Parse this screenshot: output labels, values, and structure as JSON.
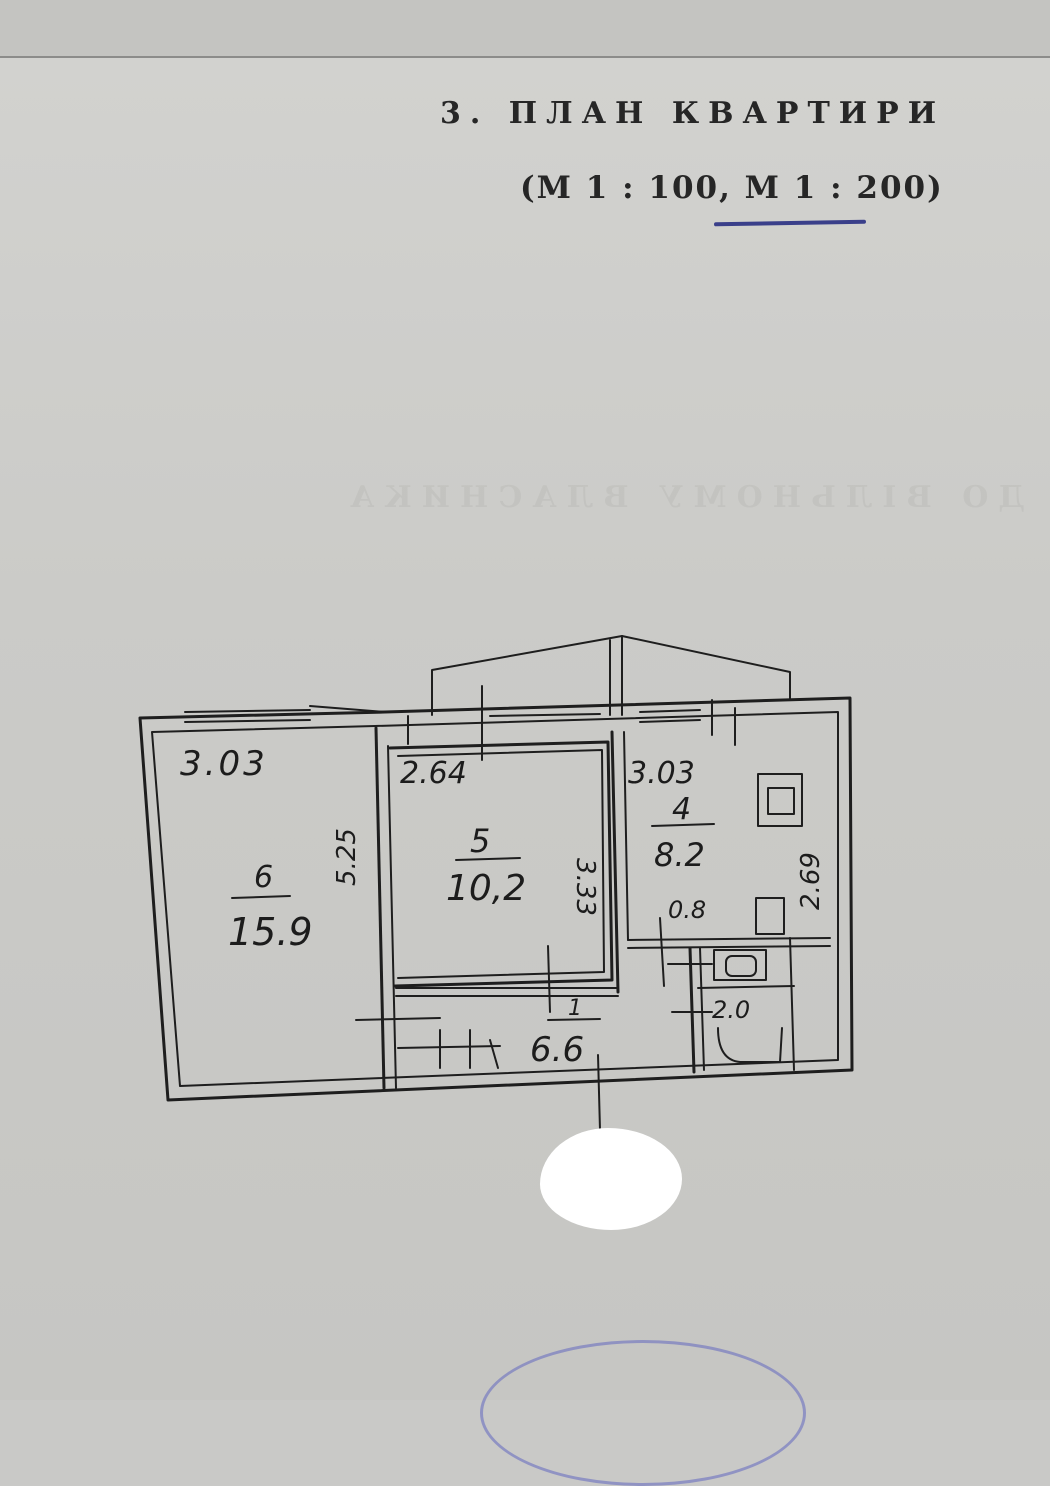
{
  "document": {
    "title": "3. ПЛАН КВАРТИРИ",
    "scale": "(М 1 : 100, М 1 : 200)"
  },
  "bleed_through": {
    "heading": "ДО ВІЛЬНОМУ ВЛАСНИКА"
  },
  "plan": {
    "dimensions": {
      "room6_width": "3.03",
      "room6_length": "5.25",
      "room5_width": "2.64",
      "room5_length": "3.33",
      "room4_width": "3.03",
      "room4_length": "2.69",
      "hall_small": "0.8",
      "bath_area": "2.0"
    },
    "rooms": [
      {
        "number": "6",
        "area": "15.9"
      },
      {
        "number": "5",
        "area": "10,2"
      },
      {
        "number": "4",
        "area": "8.2"
      },
      {
        "number": "1",
        "area": "6.6"
      }
    ]
  },
  "colors": {
    "paper": "#cbcbc8",
    "ink": "#1c1c1c",
    "underline": "#3a3f8a",
    "stamp": "#6b6fbf"
  }
}
